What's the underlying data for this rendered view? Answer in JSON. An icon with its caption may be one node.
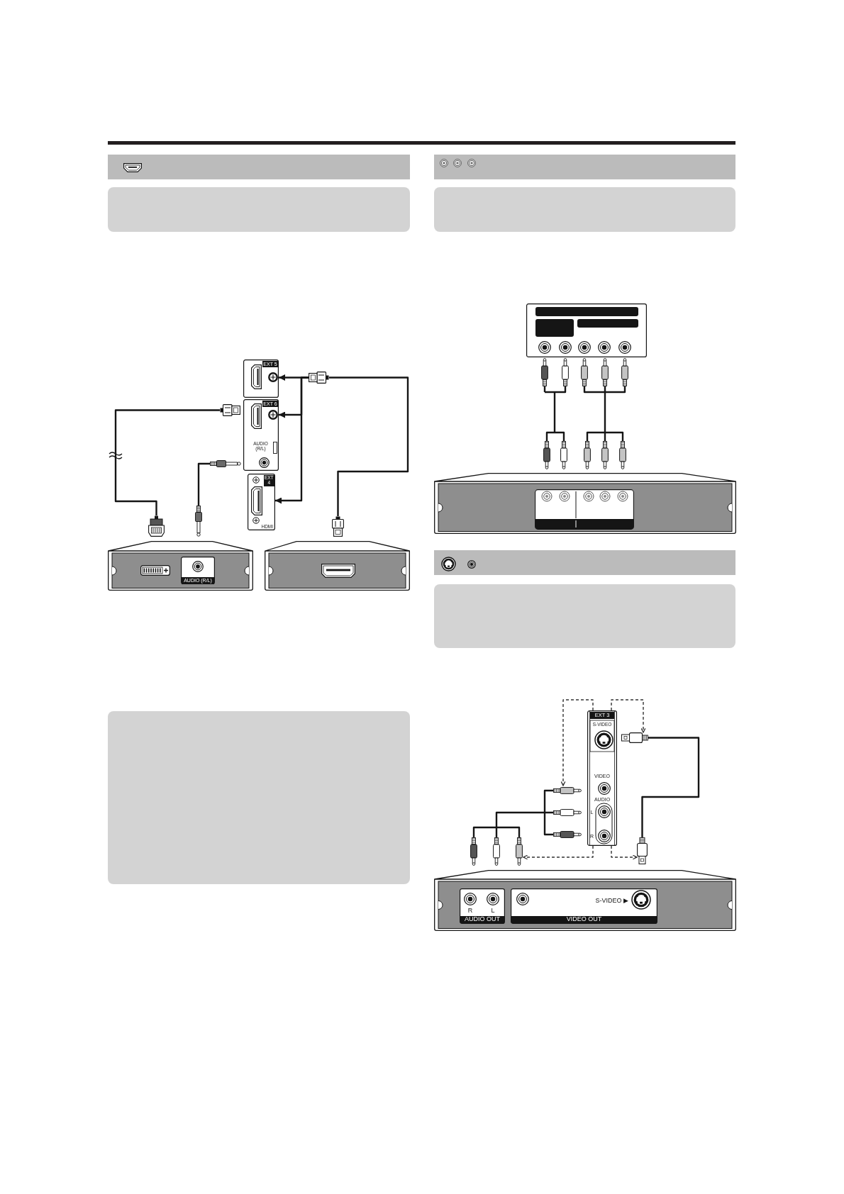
{
  "diagram": {
    "nodes": [
      {
        "text": [
          "EXT 5"
        ]
      },
      {
        "text": [],
        "shape": "picture"
      },
      {
        "text": [
          "EXT 6",
          "AUDIO (R/L)"
        ]
      },
      {
        "text": [],
        "shape": "picture"
      },
      {
        "text": [],
        "shape": "picture"
      },
      {
        "text": [
          "EXT 4",
          "HDMI"
        ]
      },
      {
        "text": [],
        "shape": "picture"
      },
      {
        "text": [],
        "shape": "picture"
      },
      {
        "text": [],
        "shape": "picture"
      },
      {
        "text": [],
        "shape": "box"
      },
      {
        "text": [
          "AUDIO (R/L)"
        ],
        "in": 9
      },
      {
        "text": [],
        "shape": "box"
      },
      {
        "text": [],
        "shape": "box"
      },
      {
        "text": [],
        "shape": "picture"
      },
      {
        "text": [],
        "shape": "picture"
      },
      {
        "text": [],
        "shape": "picture"
      },
      {
        "text": [],
        "shape": "picture"
      },
      {
        "text": [],
        "shape": "box"
      },
      {
        "text": [
          "EXT 3",
          "S-VIDEO",
          "VIDEO",
          "AUDIO",
          "L",
          "R"
        ]
      },
      {
        "text": [],
        "shape": "picture"
      },
      {
        "text": [],
        "shape": "picture"
      },
      {
        "text": [],
        "shape": "picture"
      },
      {
        "text": [],
        "shape": "picture"
      },
      {
        "text": [],
        "shape": "box"
      },
      {
        "text": [
          "R",
          "L",
          "AUDIO OUT"
        ],
        "in": 23
      },
      {
        "text": [
          "S-VIDEO ▶",
          "VIDEO OUT"
        ],
        "in": 23
      }
    ],
    "edges": [
      {
        "from": 6,
        "to": 3,
        "arrow": "none"
      },
      {
        "from": 7,
        "to": 4,
        "arrow": "none"
      },
      {
        "from": 8,
        "to": 1,
        "arrow": "none"
      },
      {
        "from": 1,
        "to": 0,
        "arrow": "to"
      },
      {
        "from": 1,
        "to": 2,
        "arrow": "to"
      },
      {
        "from": 1,
        "to": 5,
        "arrow": "to"
      },
      {
        "from": 15,
        "to": 13,
        "arrow": "none"
      },
      {
        "from": 16,
        "to": 14,
        "arrow": "none"
      },
      {
        "from": 19,
        "to": 22,
        "arrow": "none"
      },
      {
        "from": 20,
        "to": 21,
        "arrow": "none"
      },
      {
        "from": 18,
        "to": 20,
        "arrow": "to",
        "style": "dashed"
      },
      {
        "from": 18,
        "to": 19,
        "arrow": "to",
        "style": "dashed"
      },
      {
        "from": 18,
        "to": 21,
        "arrow": "to",
        "style": "dashed"
      },
      {
        "from": 18,
        "to": 22,
        "arrow": "to",
        "style": "dashed"
      }
    ]
  }
}
